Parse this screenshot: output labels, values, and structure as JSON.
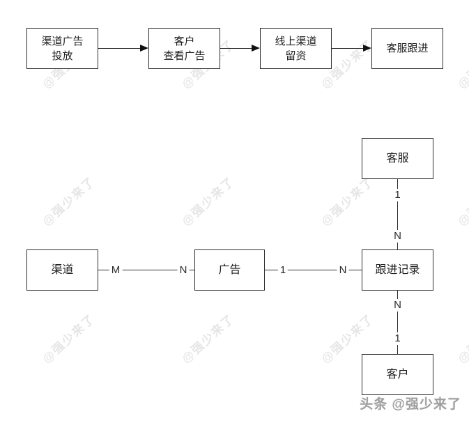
{
  "colors": {
    "background": "#ffffff",
    "line": "#2d2d2d",
    "text": "#1c1c1c",
    "watermark": "#e6e6e6",
    "caption": "#9e9e9e"
  },
  "flowchart": {
    "steps": [
      {
        "line1": "渠道广告",
        "line2": "投放"
      },
      {
        "line1": "客户",
        "line2": "查看广告"
      },
      {
        "line1": "线上渠道",
        "line2": "留资"
      },
      {
        "line1": "客服跟进",
        "line2": ""
      }
    ]
  },
  "er": {
    "entities": {
      "channel": "渠道",
      "ad": "广告",
      "service": "客服",
      "follow_record": "跟进记录",
      "customer": "客户"
    },
    "cardinalities": {
      "channel_ad_left": "M",
      "channel_ad_right": "N",
      "ad_record_left": "1",
      "ad_record_right": "N",
      "service_record_top": "1",
      "service_record_bottom": "N",
      "record_customer_top": "N",
      "record_customer_bottom": "1"
    }
  },
  "watermark": {
    "tile_text": "@强少来了"
  },
  "footer": {
    "caption": "头条 @强少来了"
  }
}
